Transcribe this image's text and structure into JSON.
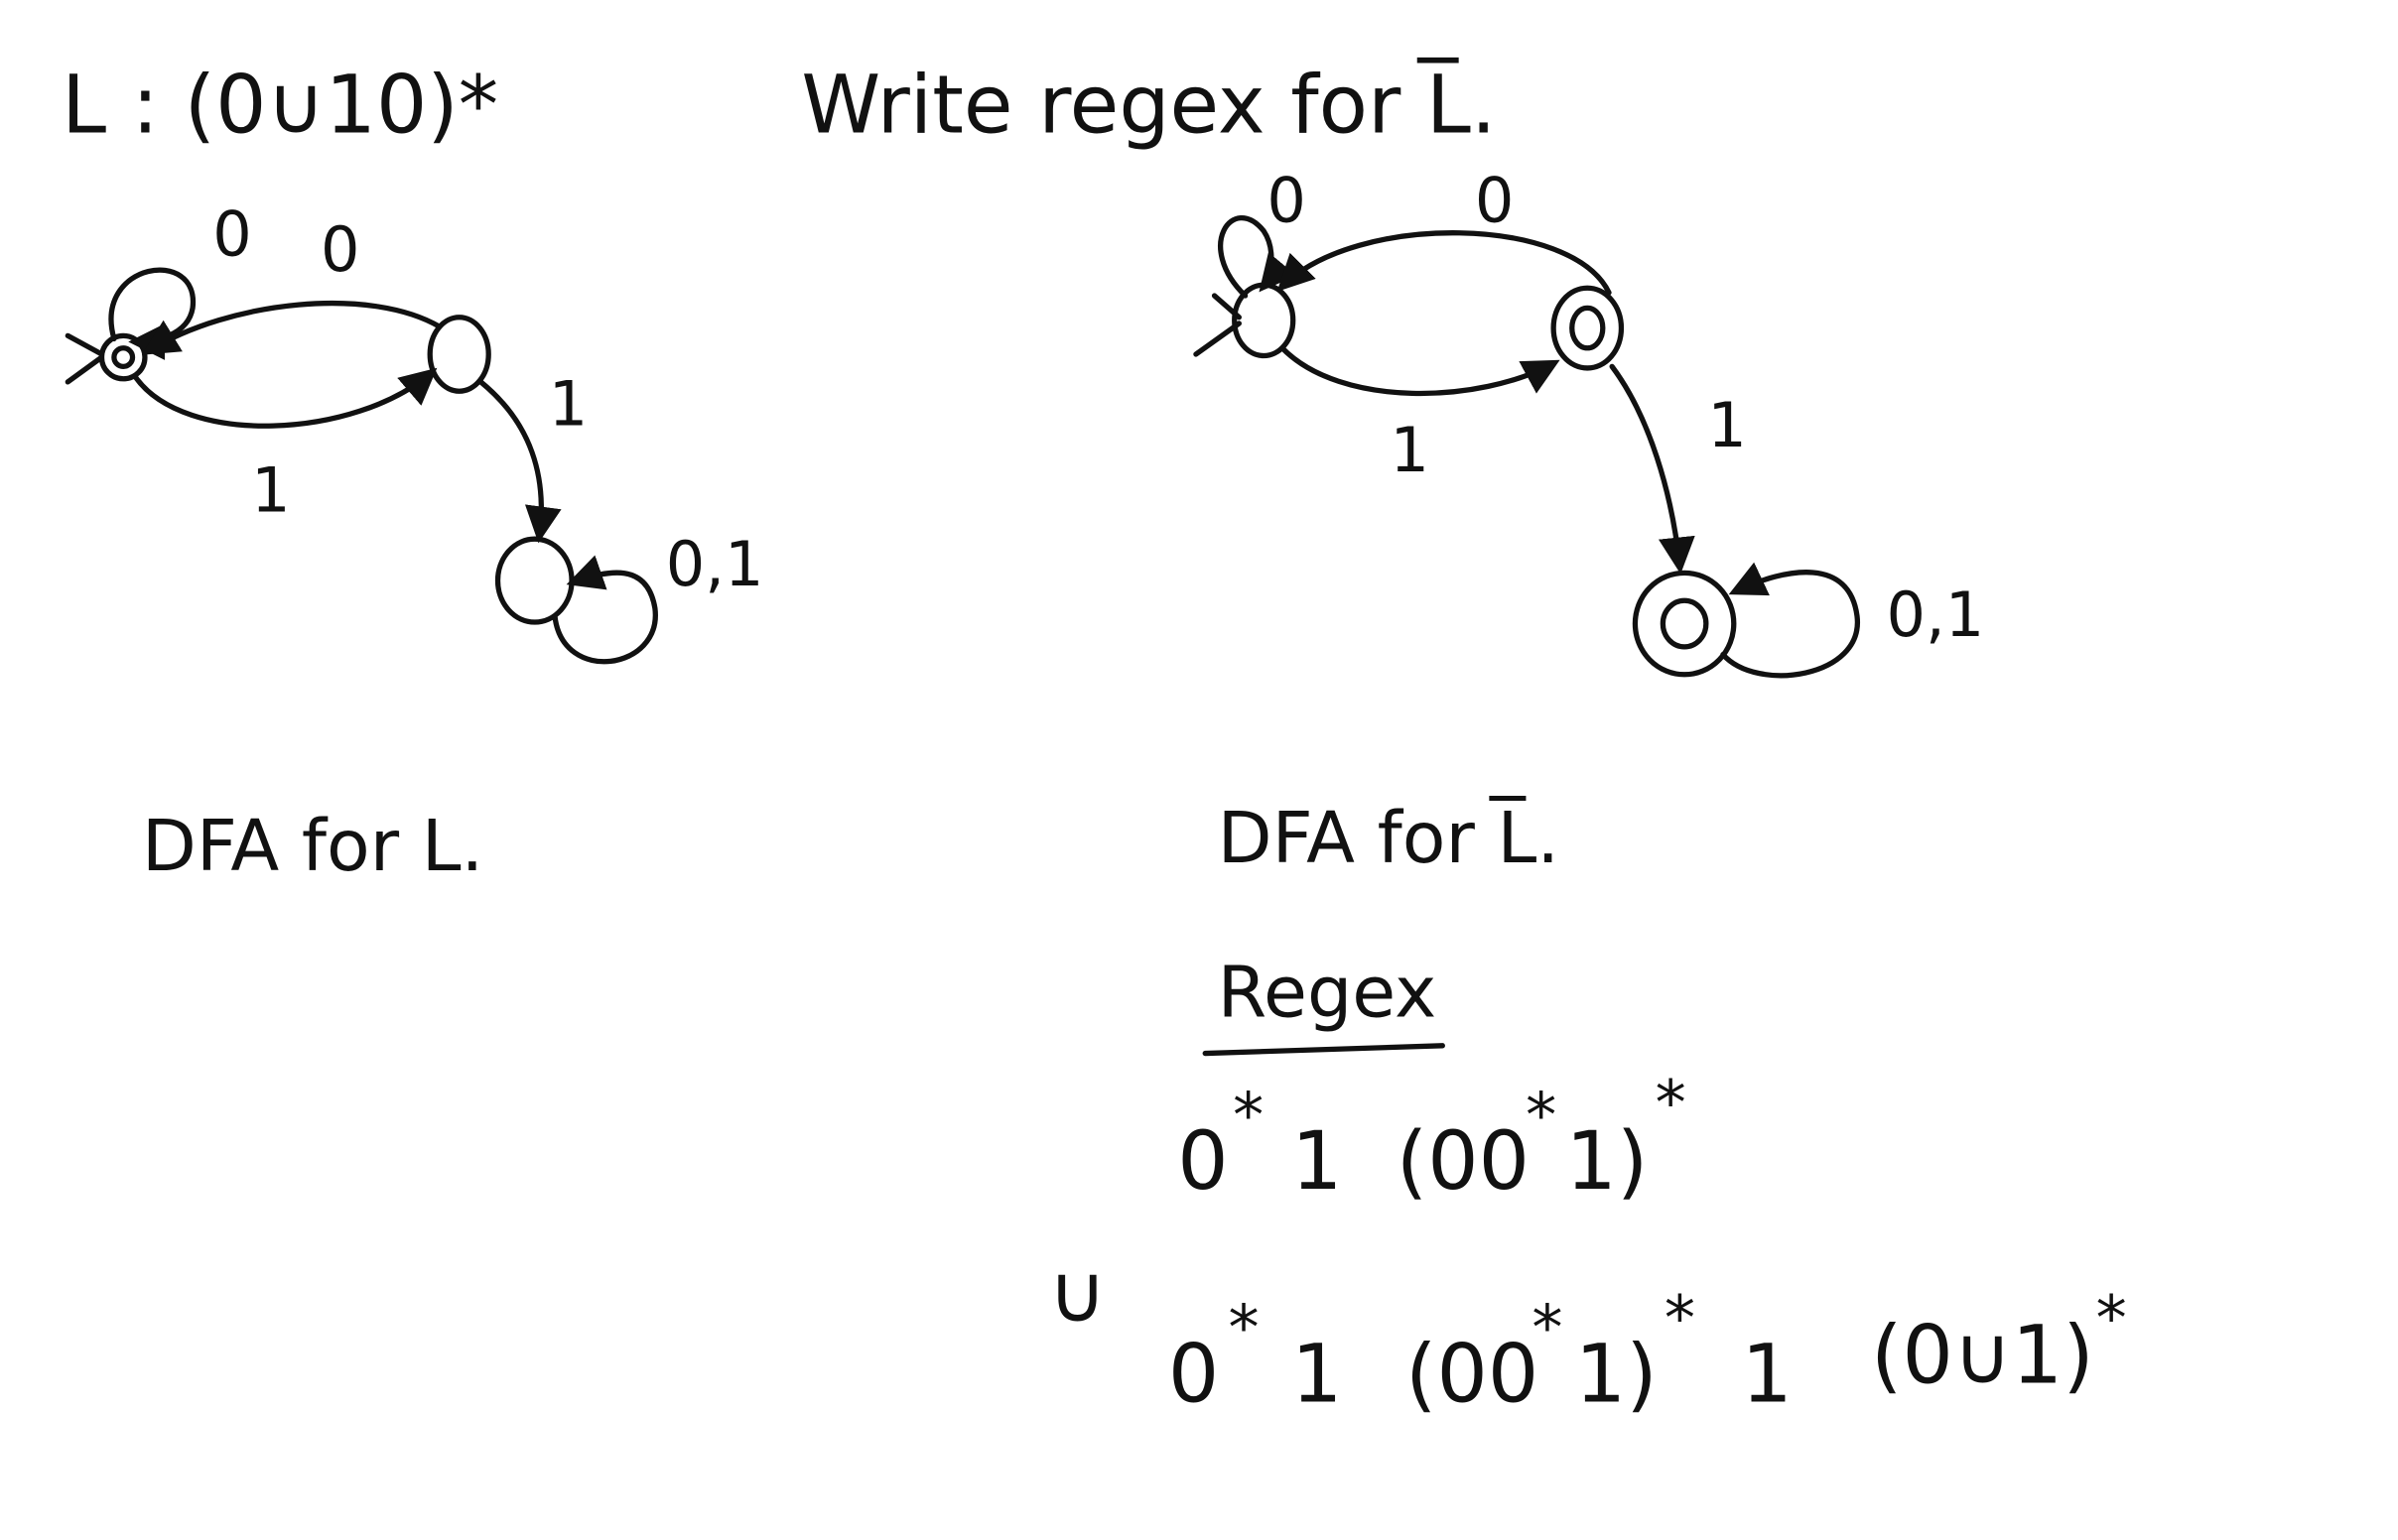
{
  "header": {
    "language_def": "L : (0∪10)*",
    "task": "Write regex for L̅."
  },
  "dfa_left": {
    "caption": "DFA for L.",
    "edges": {
      "q0_loop": "0",
      "q1_to_q0": "0",
      "q0_to_q1": "1",
      "q1_to_q2": "1",
      "q2_loop": "0,1"
    }
  },
  "dfa_right": {
    "caption": "DFA for L̅.",
    "edges": {
      "q0_loop": "0",
      "q1_to_q0": "0",
      "q0_to_q1": "1",
      "q1_to_q2": "1",
      "q2_loop": "0,1"
    }
  },
  "regex": {
    "heading": "Regex",
    "union": "∪",
    "term1": {
      "a": "0",
      "a_sup": "*",
      "b": "1",
      "c": "(00",
      "c_sup": "*",
      "d": "1)",
      "d_sup": "*"
    },
    "term2": {
      "a": "0",
      "a_sup": "*",
      "b": "1",
      "c": "(00",
      "c_sup": "*",
      "d": "1)",
      "d_sup": "*",
      "e": "1",
      "f": "(0∪1)",
      "f_sup": "*"
    }
  }
}
